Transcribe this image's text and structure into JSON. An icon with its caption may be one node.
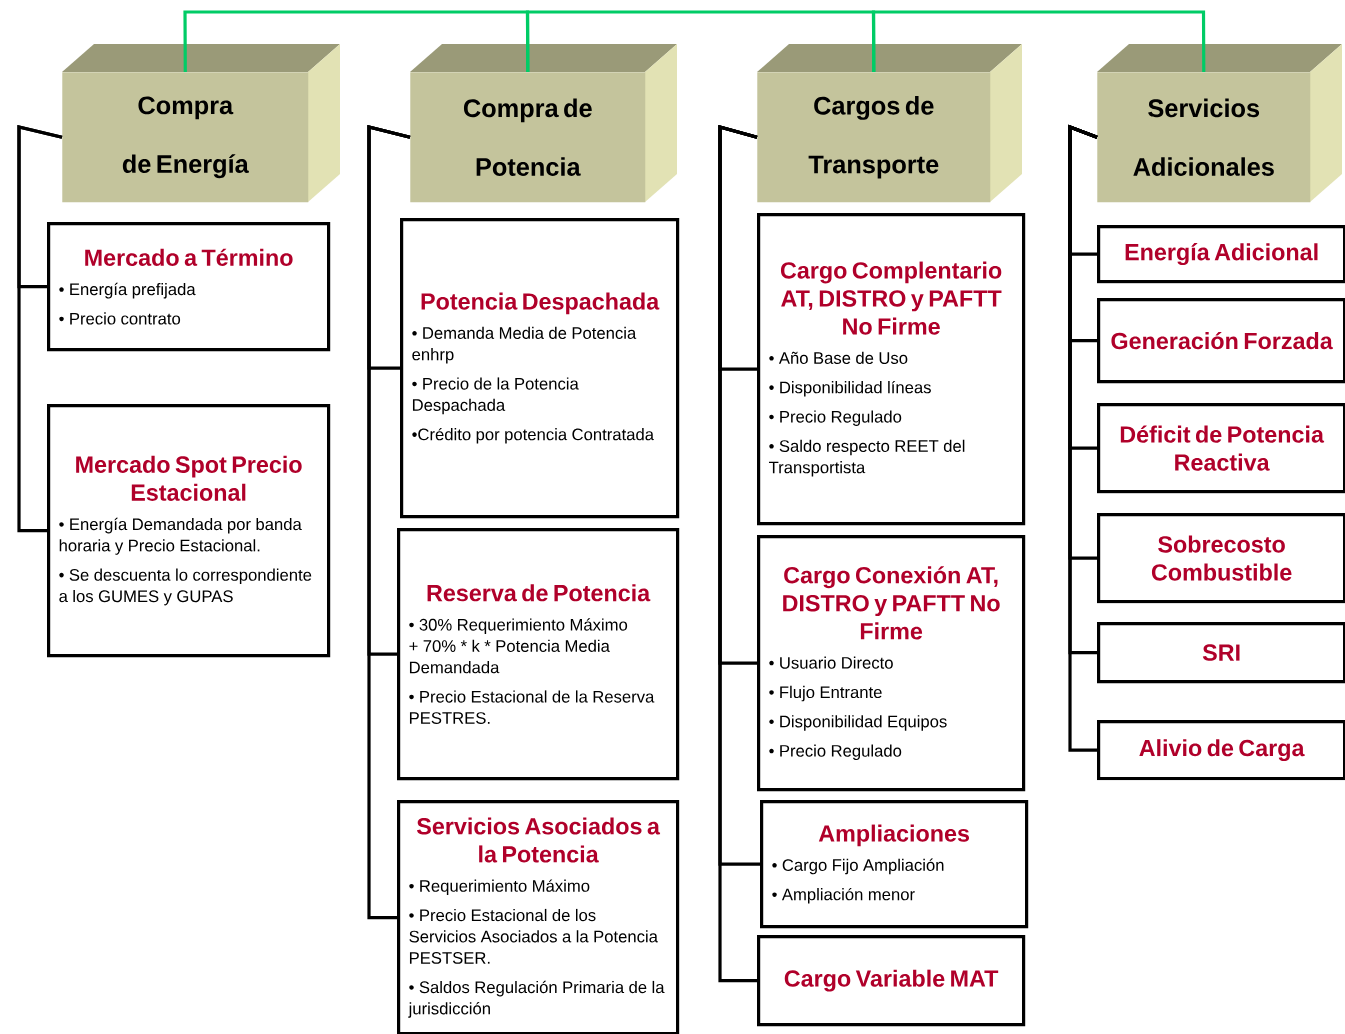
{
  "diagram": {
    "nodes": [
      {
        "text": [
          "Compra de Energía"
        ]
      },
      {
        "text": [
          "Mercado a Término",
          "• Energía prefijada",
          "• Precio contrato"
        ]
      },
      {
        "text": [
          "Mercado Spot Precio Estacional",
          "• Energía Demandada por banda horaria y Precio Estacional.",
          "• Se descuenta lo correspondiente a los GUMES y GUPAS"
        ]
      },
      {
        "text": [
          "Compra de Potencia"
        ]
      },
      {
        "text": [
          "Potencia Despachada",
          "• Demanda Media de Potencia enhrp",
          "• Precio de la Potencia Despachada",
          "•Crédito por potencia Contratada"
        ]
      },
      {
        "text": [
          "Reserva de Potencia",
          "• 30% Requerimiento Máximo + 70% * k * Potencia Media Demandada",
          "• Precio Estacional de la Reserva PESTRES."
        ]
      },
      {
        "text": [
          "Servicios Asociados a la Potencia",
          "• Requerimiento Máximo",
          "• Precio Estacional de los Servicios Asociados a la Potencia PESTSER.",
          "• Saldos Regulación Primaria de la jurisdicción"
        ]
      },
      {
        "text": [
          "Cargos de Transporte"
        ]
      },
      {
        "text": [
          "Cargo Complentario AT, DISTRO y PAFTT No Firme",
          "• Año Base de Uso",
          "• Disponibilidad líneas",
          "• Precio Regulado",
          "• Saldo respecto REET del Transportista"
        ]
      },
      {
        "text": [
          "Cargo Conexión AT, DISTRO y PAFTT No Firme",
          "• Usuario Directo",
          "• Flujo Entrante",
          "• Disponibilidad Equipos",
          "• Precio Regulado"
        ]
      },
      {
        "text": [
          "Ampliaciones",
          "• Cargo Fijo Ampliación",
          "• Ampliación menor"
        ]
      },
      {
        "text": [
          "Cargo Variable MAT"
        ]
      },
      {
        "text": [
          "Servicios Adicionales"
        ]
      },
      {
        "text": [
          "Energía Adicional"
        ]
      },
      {
        "text": [
          "Generación Forzada"
        ]
      },
      {
        "text": [
          "Déficit de Potencia Reactiva"
        ]
      },
      {
        "text": [
          "Sobrecosto Combustible"
        ]
      },
      {
        "text": [
          "SRI"
        ]
      },
      {
        "text": [
          "Alivio de Carga"
        ]
      }
    ],
    "edges": [
      {
        "from": 0,
        "to": 3,
        "arrow": "none",
        "color": "#00cc66"
      },
      {
        "from": 3,
        "to": 7,
        "arrow": "none",
        "color": "#00cc66"
      },
      {
        "from": 7,
        "to": 12,
        "arrow": "none",
        "color": "#00cc66"
      },
      {
        "from": 0,
        "to": 1,
        "arrow": "none"
      },
      {
        "from": 0,
        "to": 2,
        "arrow": "none"
      },
      {
        "from": 3,
        "to": 4,
        "arrow": "none"
      },
      {
        "from": 3,
        "to": 5,
        "arrow": "none"
      },
      {
        "from": 3,
        "to": 6,
        "arrow": "none"
      },
      {
        "from": 7,
        "to": 8,
        "arrow": "none"
      },
      {
        "from": 7,
        "to": 9,
        "arrow": "none"
      },
      {
        "from": 7,
        "to": 10,
        "arrow": "none"
      },
      {
        "from": 7,
        "to": 11,
        "arrow": "none"
      },
      {
        "from": 12,
        "to": 13,
        "arrow": "none"
      },
      {
        "from": 12,
        "to": 14,
        "arrow": "none"
      },
      {
        "from": 12,
        "to": 15,
        "arrow": "none"
      },
      {
        "from": 12,
        "to": 16,
        "arrow": "none"
      },
      {
        "from": 12,
        "to": 17,
        "arrow": "none"
      },
      {
        "from": 12,
        "to": 18,
        "arrow": "none"
      }
    ]
  }
}
